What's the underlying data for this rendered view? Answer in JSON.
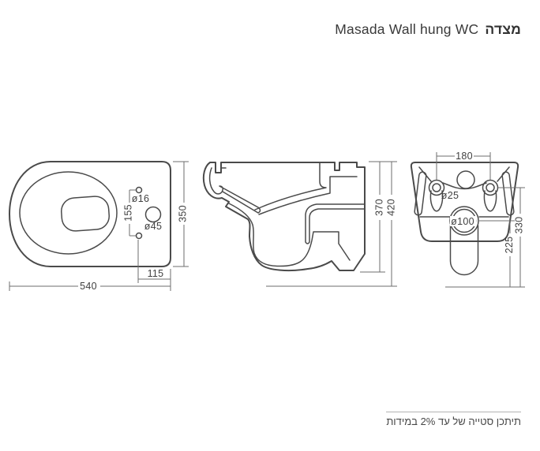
{
  "header": {
    "title_en": "Masada Wall hung WC",
    "title_he": "מצדה"
  },
  "footer": {
    "note": "תיתכן סטייה של עד 2% במידות"
  },
  "colors": {
    "line": "#4a4a4a",
    "dimension_line": "#6e6e6e",
    "text": "#3f3f3f",
    "separator": "#b3b3b3",
    "background": "#ffffff"
  },
  "views": {
    "top": {
      "dims": {
        "overall_length": "540",
        "overall_width": "350",
        "seat_hole_spacing": "155",
        "seat_hole_offset": "115",
        "seat_hole_dia": "ø16",
        "side_hole_dia": "ø45"
      }
    },
    "side": {
      "dims": {
        "bowl_height": "370",
        "overall_height": "420"
      }
    },
    "back": {
      "dims": {
        "fixing_hole_spacing": "180",
        "fixing_hole_dia": "ø25",
        "outlet_dia": "ø100",
        "fixing_hole_height": "330",
        "outlet_height": "225"
      }
    }
  }
}
